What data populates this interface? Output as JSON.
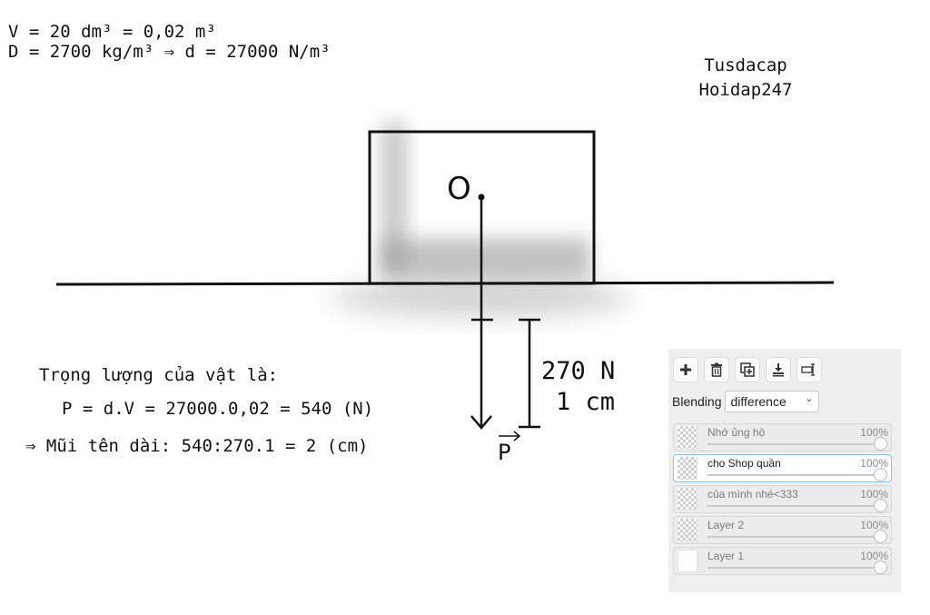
{
  "given": {
    "line1": "V = 20 dm³ = 0,02 m³",
    "line2": "D = 2700 kg/m³ ⇒ d = 27000 N/m³"
  },
  "credit": {
    "line1": "Tusdacap",
    "line2": "Hoidap247"
  },
  "diagram": {
    "center_label": "O",
    "force_label": "P",
    "scale_force": "270 N",
    "scale_length": "1 cm"
  },
  "solution": {
    "line1": "Trọng lượng của vật là:",
    "line2": "P = d.V = 27000.0,02 = 540 (N)",
    "line3": "⇒ Mũi tên dài: 540:270.1 = 2 (cm)"
  },
  "layers_panel": {
    "tools": [
      {
        "icon": "plus-icon"
      },
      {
        "icon": "trash-icon"
      },
      {
        "icon": "duplicate-icon"
      },
      {
        "icon": "merge-down-icon"
      },
      {
        "icon": "layer-properties-icon"
      }
    ],
    "blending_label": "Blending",
    "blending_value": "difference",
    "layers": [
      {
        "name": "Nhớ ủng hộ",
        "opacity": "100%",
        "selected": false
      },
      {
        "name": "cho Shop quần",
        "opacity": "100%",
        "selected": true
      },
      {
        "name": "của mình nhé<333",
        "opacity": "100%",
        "selected": false
      },
      {
        "name": "Layer 2",
        "opacity": "100%",
        "selected": false
      },
      {
        "name": "Layer 1",
        "opacity": "100%",
        "selected": false
      }
    ]
  },
  "colors": {
    "ink": "#111111",
    "panel_bg": "#efefef",
    "selected_border": "#8cc3ea"
  }
}
